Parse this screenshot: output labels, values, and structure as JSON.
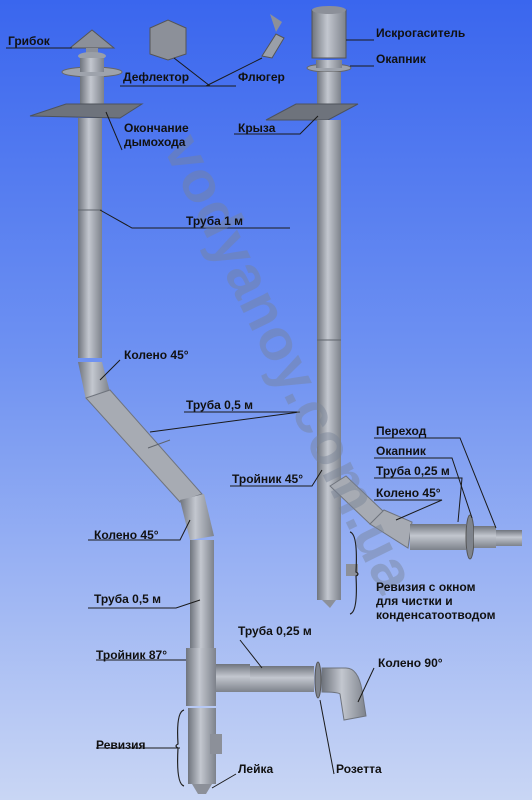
{
  "watermark": "vodyanoy.com.ua",
  "colors": {
    "background_top": "#3a66ee",
    "background_bottom": "#c9d6f4",
    "pipe": "#9a9fa8",
    "pipe_dark": "#6f747d",
    "pipe_light": "#c3c7cf",
    "leader": "#1a1a1a"
  },
  "labels": {
    "gribok": "Грибок",
    "deflektor": "Дефлектор",
    "fluger": "Флюгер",
    "iskrogasitel": "Искрогаситель",
    "okapnik_top": "Окапник",
    "okonchanie": "Окончание\nдымохода",
    "krysha": "Крыза",
    "truba_1m": "Труба 1 м",
    "koleno45_top": "Колено 45°",
    "truba05_top": "Труба 0,5 м",
    "troynik45": "Тройник 45°",
    "perekhod": "Переход",
    "okapnik_right": "Окапник",
    "truba025_right": "Труба 0,25 м",
    "koleno45_right": "Колено 45°",
    "koleno45_left": "Колено 45°",
    "revizia_okno": "Ревизия с окном\nдля чистки и\nконденсатоотводом",
    "truba05_bottom": "Труба 0,5 м",
    "truba025_bottom": "Труба 0,25 м",
    "troynik87": "Тройник 87°",
    "koleno90": "Колено 90°",
    "revizia": "Ревизия",
    "leyka": "Лейка",
    "rozetta": "Розетта"
  }
}
